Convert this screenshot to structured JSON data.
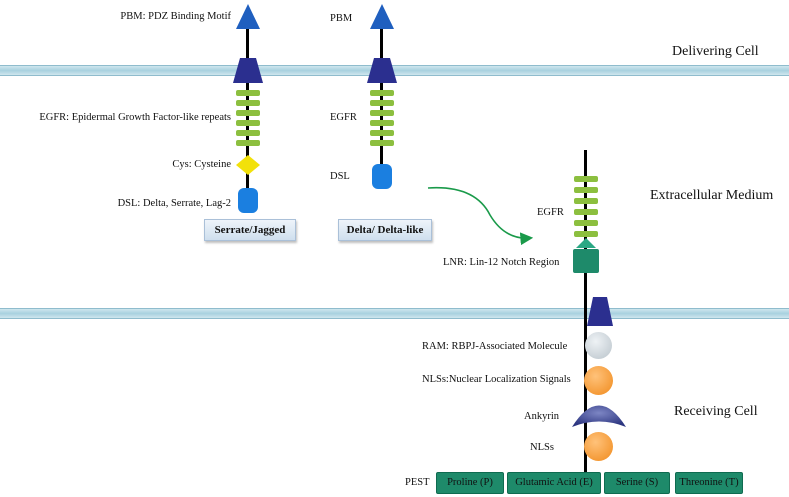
{
  "regions": {
    "delivering": "Delivering Cell",
    "extracellular": "Extracellular Medium",
    "receiving": "Receiving Cell"
  },
  "serrate": {
    "pbm": "PBM: PDZ Binding Motif",
    "egfr": "EGFR: Epidermal Growth Factor-like repeats",
    "cys": "Cys: Cysteine",
    "dsl": "DSL: Delta, Serrate, Lag-2",
    "name": "Serrate/Jagged"
  },
  "delta": {
    "pbm": "PBM",
    "egfr": "EGFR",
    "dsl": "DSL",
    "name": "Delta/ Delta-like"
  },
  "notch": {
    "egfr": "EGFR",
    "lnr": "LNR: Lin-12 Notch Region",
    "ram": "RAM: RBPJ-Associated Molecule",
    "nls1": "NLSs:Nuclear Localization Signals",
    "ankyrin": "Ankyrin",
    "nls2": "NLSs",
    "pest": "PEST",
    "pest_segments": [
      "Proline (P)",
      "Glutamic Acid (E)",
      "Serine (S)",
      "Threonine (T)"
    ]
  },
  "colors": {
    "membrane": "#a8d1df",
    "pbm": "#1f5fbf",
    "tm": "#2b2f8f",
    "egf": "#8cbf3f",
    "cys": "#f2e10a",
    "dsl": "#1b7fe0",
    "lnr": "#1e8a6a",
    "ram": "#c8d0d6",
    "nls": "#f59a2c",
    "ankyrin": "#3a4690",
    "arrow": "#1a9a4a"
  }
}
